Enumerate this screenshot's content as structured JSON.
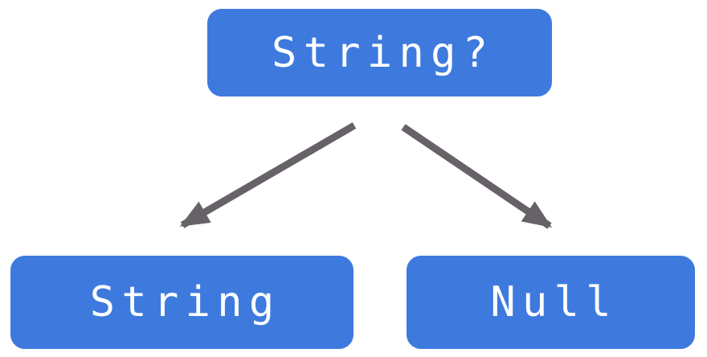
{
  "diagram": {
    "type": "tree",
    "nodes": [
      {
        "id": "root",
        "label": "String?"
      },
      {
        "id": "left",
        "label": "String"
      },
      {
        "id": "right",
        "label": "Null"
      }
    ],
    "edges": [
      {
        "from": "String?",
        "to": "String"
      },
      {
        "from": "String?",
        "to": "Null"
      }
    ]
  },
  "colors": {
    "background": "#ffffff",
    "node-fill": "#3e7ade",
    "node-border": "#ffffff",
    "node-text": "#ffffff",
    "arrow-color": "#676267"
  }
}
